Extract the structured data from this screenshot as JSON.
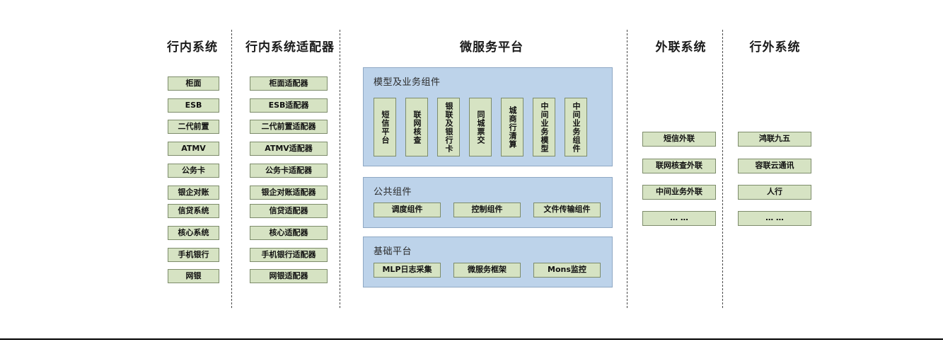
{
  "diagram": {
    "columns": [
      {
        "id": "internal-systems",
        "title": "行内系统",
        "items": [
          "柜面",
          "ESB",
          "二代前置",
          "ATMV",
          "公务卡",
          "银企对账",
          "信贷系统",
          "核心系统",
          "手机银行",
          "网银"
        ]
      },
      {
        "id": "internal-system-adapters",
        "title": "行内系统适配器",
        "items": [
          "柜面适配器",
          "ESB适配器",
          "二代前置适配器",
          "ATMV适配器",
          "公务卡适配器",
          "银企对账适配器",
          "信贷适配器",
          "核心适配器",
          "手机银行适配器",
          "网银适配器"
        ]
      },
      {
        "id": "microservice-platform",
        "title": "微服务平台"
      },
      {
        "id": "external-link-systems",
        "title": "外联系统",
        "items": [
          "短信外联",
          "联网核查外联",
          "中间业务外联",
          "… …"
        ]
      },
      {
        "id": "outside-bank-systems",
        "title": "行外系统",
        "items": [
          "鸿联九五",
          "容联云通讯",
          "人行",
          "… …"
        ]
      }
    ],
    "platform": {
      "panels": [
        {
          "id": "model-business-components",
          "title": "模型及业务组件",
          "orientation": "vertical",
          "items": [
            "短信平台",
            "联网核查",
            "银联及银行卡",
            "同城票交",
            "城商行清算",
            "中间业务模型",
            "中间业务组件"
          ]
        },
        {
          "id": "public-components",
          "title": "公共组件",
          "orientation": "horizontal",
          "items": [
            "调度组件",
            "控制组件",
            "文件传输组件"
          ]
        },
        {
          "id": "base-platform",
          "title": "基础平台",
          "orientation": "horizontal",
          "items": [
            "MLP日志采集",
            "微服务框架",
            "Mons监控"
          ]
        }
      ]
    },
    "colors": {
      "node_fill": "#d6e3c3",
      "node_border": "#7d8c6b",
      "panel_fill": "#bdd3ea",
      "panel_border": "#8fa8c4",
      "separator": "#4a4a4a",
      "title_text": "#1a1a1a"
    }
  }
}
